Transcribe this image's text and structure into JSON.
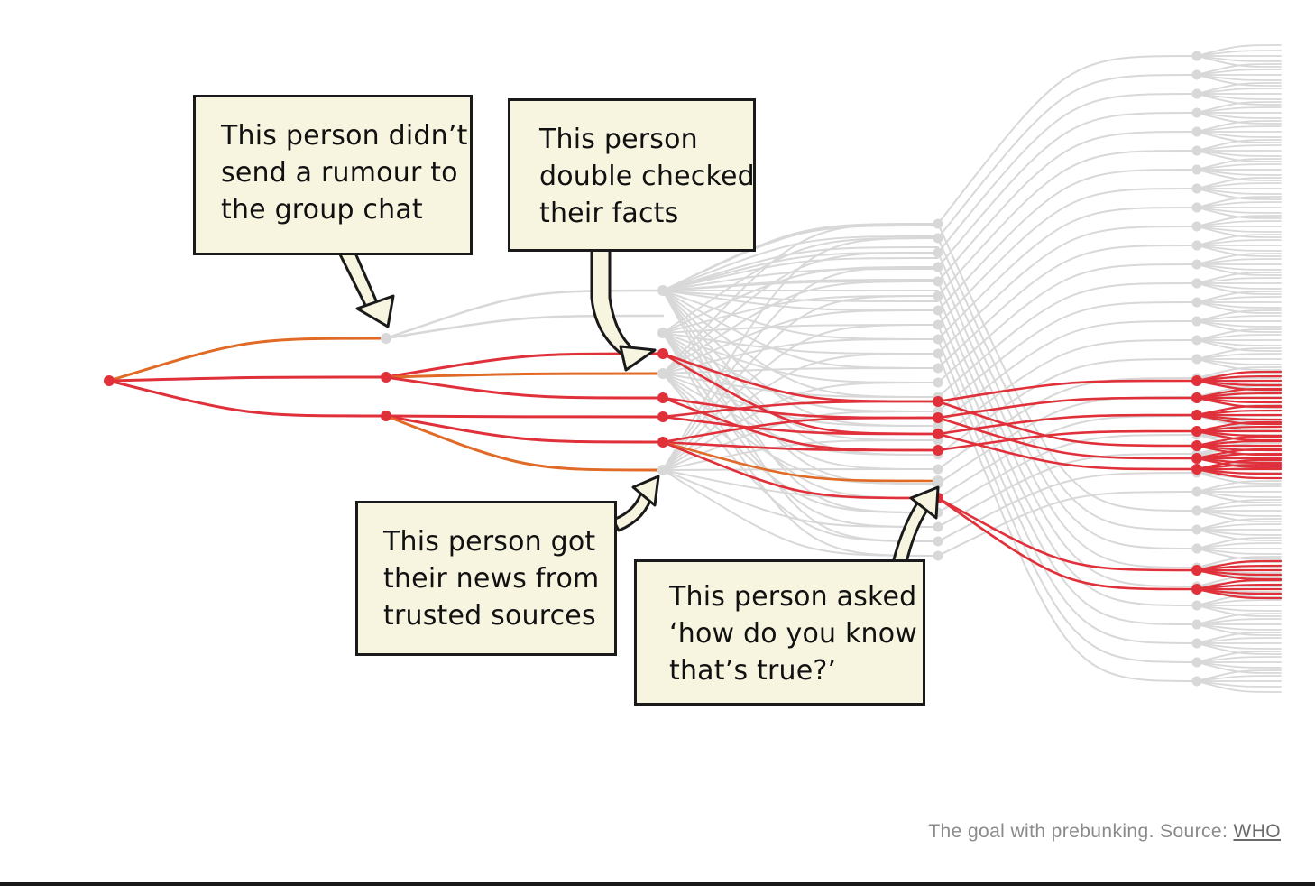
{
  "colors": {
    "spread": "#e0303a",
    "stopped_branch": "#e06a26",
    "inactive": "#d8d8d8",
    "callout_bg": "#f7f4df"
  },
  "callouts": {
    "rumour": [
      "This person didn’t",
      "send a rumour to",
      "the group chat"
    ],
    "double_checked": [
      "This person",
      "double checked",
      "their facts"
    ],
    "trusted_sources": [
      "This person got",
      "their news from",
      "trusted sources"
    ],
    "asked": [
      "This person asked",
      "‘how do you know",
      "that’s true?’"
    ]
  },
  "caption": {
    "text": "The goal with prebunking. Source: ",
    "link": "WHO"
  }
}
